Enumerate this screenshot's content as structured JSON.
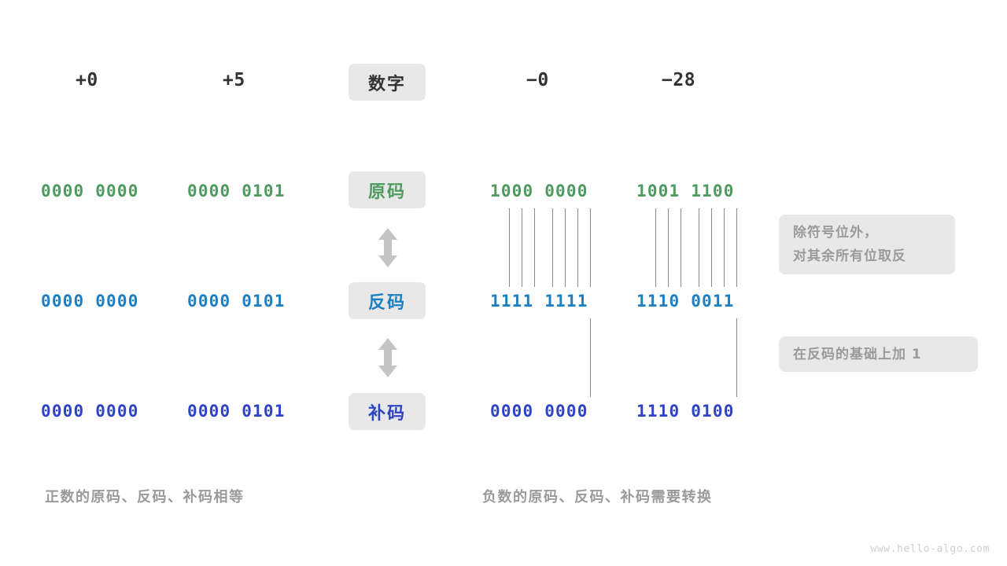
{
  "colors": {
    "green": "#4e9a5f",
    "blue": "#1d7fc3",
    "indigo": "#2f44c4",
    "dark": "#333333",
    "muted": "#9a9a9a",
    "chip_bg": "#e8e8e8",
    "line": "#8a8a8a",
    "background": "#ffffff"
  },
  "row_labels": {
    "number": "数字",
    "sign_magnitude": "原码",
    "ones_complement": "反码",
    "twos_complement": "补码"
  },
  "columns": [
    {
      "key": "pos0",
      "header": "+0"
    },
    {
      "key": "pos5",
      "header": "+5"
    },
    {
      "key": "neg0",
      "header": "−0"
    },
    {
      "key": "neg28",
      "header": "−28"
    }
  ],
  "rows": {
    "sign_magnitude": {
      "label": "原码",
      "color": "#4e9a5f",
      "values": {
        "pos0": "0000 0000",
        "pos5": "0000 0101",
        "neg0": "1000 0000",
        "neg28": "1001 1100"
      }
    },
    "ones_complement": {
      "label": "反码",
      "color": "#1d7fc3",
      "values": {
        "pos0": "0000 0000",
        "pos5": "0000 0101",
        "neg0": "1111 1111",
        "neg28": "1110 0011"
      }
    },
    "twos_complement": {
      "label": "补码",
      "color": "#2f44c4",
      "values": {
        "pos0": "0000 0000",
        "pos5": "0000 0101",
        "neg0": "0000 0000",
        "neg28": "1110 0100"
      }
    }
  },
  "notes": {
    "invert": {
      "line1": "除符号位外，",
      "line2": "对其余所有位取反"
    },
    "plus_one": {
      "line1": "在反码的基础上加 1"
    }
  },
  "captions": {
    "left": "正数的原码、反码、补码相等",
    "right": "负数的原码、反码、补码需要转换"
  },
  "watermark": "www.hello-algo.com",
  "icons": {
    "transform_arrow_1": "double-arrow-vertical-icon",
    "transform_arrow_2": "double-arrow-vertical-icon"
  }
}
